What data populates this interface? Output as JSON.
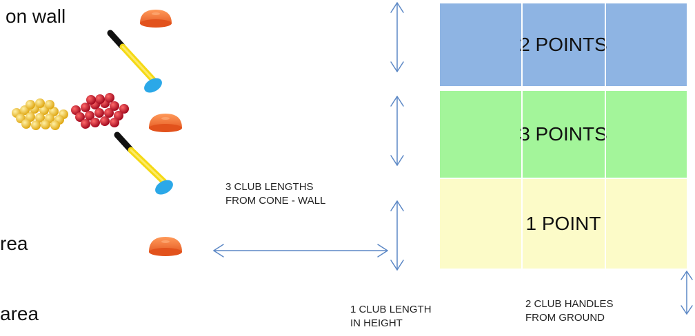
{
  "labels": {
    "on_wall": "on wall",
    "area_1": "rea",
    "area_2": "area",
    "distance": [
      "3 CLUB LENGTHS",
      "FROM CONE - WALL"
    ],
    "height": [
      "1 CLUB LENGTH",
      "IN HEIGHT"
    ],
    "handles": [
      "2 CLUB HANDLES",
      "FROM GROUND"
    ]
  },
  "zones": [
    {
      "label": "2 POINTS",
      "color": "#8eb4e3"
    },
    {
      "label": "3 POINTS",
      "color": "#a3f59a"
    },
    {
      "label": "1 POINT",
      "color": "#fcfbc8"
    }
  ],
  "colors": {
    "cone": "#f26f2d",
    "club_shaft": "#f5d915",
    "club_head": "#2ba8e8",
    "ball_yellow": "#f0c12c",
    "ball_red": "#c8102e",
    "arrow": "#5b87c5"
  },
  "icons": [
    "cone-icon",
    "club-icon",
    "ball-pile-icon",
    "arrow-icon"
  ]
}
